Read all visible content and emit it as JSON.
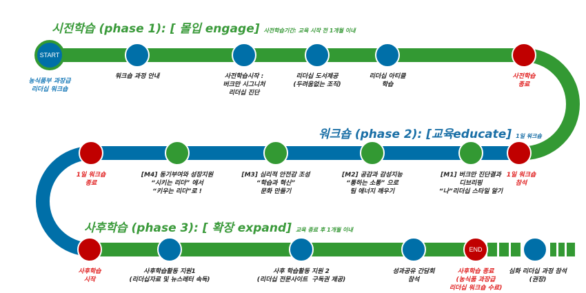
{
  "colors": {
    "green": "#339933",
    "blue": "#006fa8",
    "red": "#c00000"
  },
  "phase1": {
    "title": "시전학습 (phase 1): [ 몰입 engage]",
    "subtitle": "사전학습기간: 교육 시작 전 1개월 이내",
    "start_label": "START",
    "nodes": [
      {
        "label": "농식품부 과장급\n리더십 워크숍"
      },
      {
        "label": "워크숍 과정 안내"
      },
      {
        "label": "사전학습시작 :\n버크만 시그니처\n리더십 진단"
      },
      {
        "label": "리더십 도서제공\n(두려움없는 조직)"
      },
      {
        "label": "리더십 아티클\n학습"
      },
      {
        "label": "사전학습\n종료"
      }
    ]
  },
  "phase2": {
    "title": "워크숍 (phase 2): [교육educate]",
    "subtitle": "1일 워크숍",
    "nodes": [
      {
        "label": "1일 워크숍\n종료"
      },
      {
        "label": "[M4] 동기부여와 성장지원\n“시키는 리더” 에서\n“키우는 리더”로 !"
      },
      {
        "label": "[M3] 심리적 안전감 조성\n“학습과 혁신”\n문화 만들기"
      },
      {
        "label": "[M2] 공감과 감성지능\n“통하는 소통” 으로\n팀 에너지 깨우기"
      },
      {
        "label": "[M1] 버크만 진단결과\n디브리핑\n“나”리더십 스타일 알기"
      },
      {
        "label": "1일 워크숍\n참석"
      }
    ]
  },
  "phase3": {
    "title": "사후학습 (phase 3): [ 확장 expand]",
    "subtitle": "교육 종료 후 1개월 이내",
    "end_label": "END",
    "nodes": [
      {
        "label": "사후학습\n시작"
      },
      {
        "label": "사후학습활동 지원1\n(리더십자료 및 뉴스레터 속독)"
      },
      {
        "label": "사후 학습활동 지원 2\n(리더십 전문사이트  구독권 제공)"
      },
      {
        "label": "성과공유 간담회\n참석"
      },
      {
        "label": "사후학습 종료\n(농식품 과장급\n리더십 워크숍 수료)"
      },
      {
        "label": "심화 리더십 과정 참석\n(권장)"
      }
    ]
  }
}
